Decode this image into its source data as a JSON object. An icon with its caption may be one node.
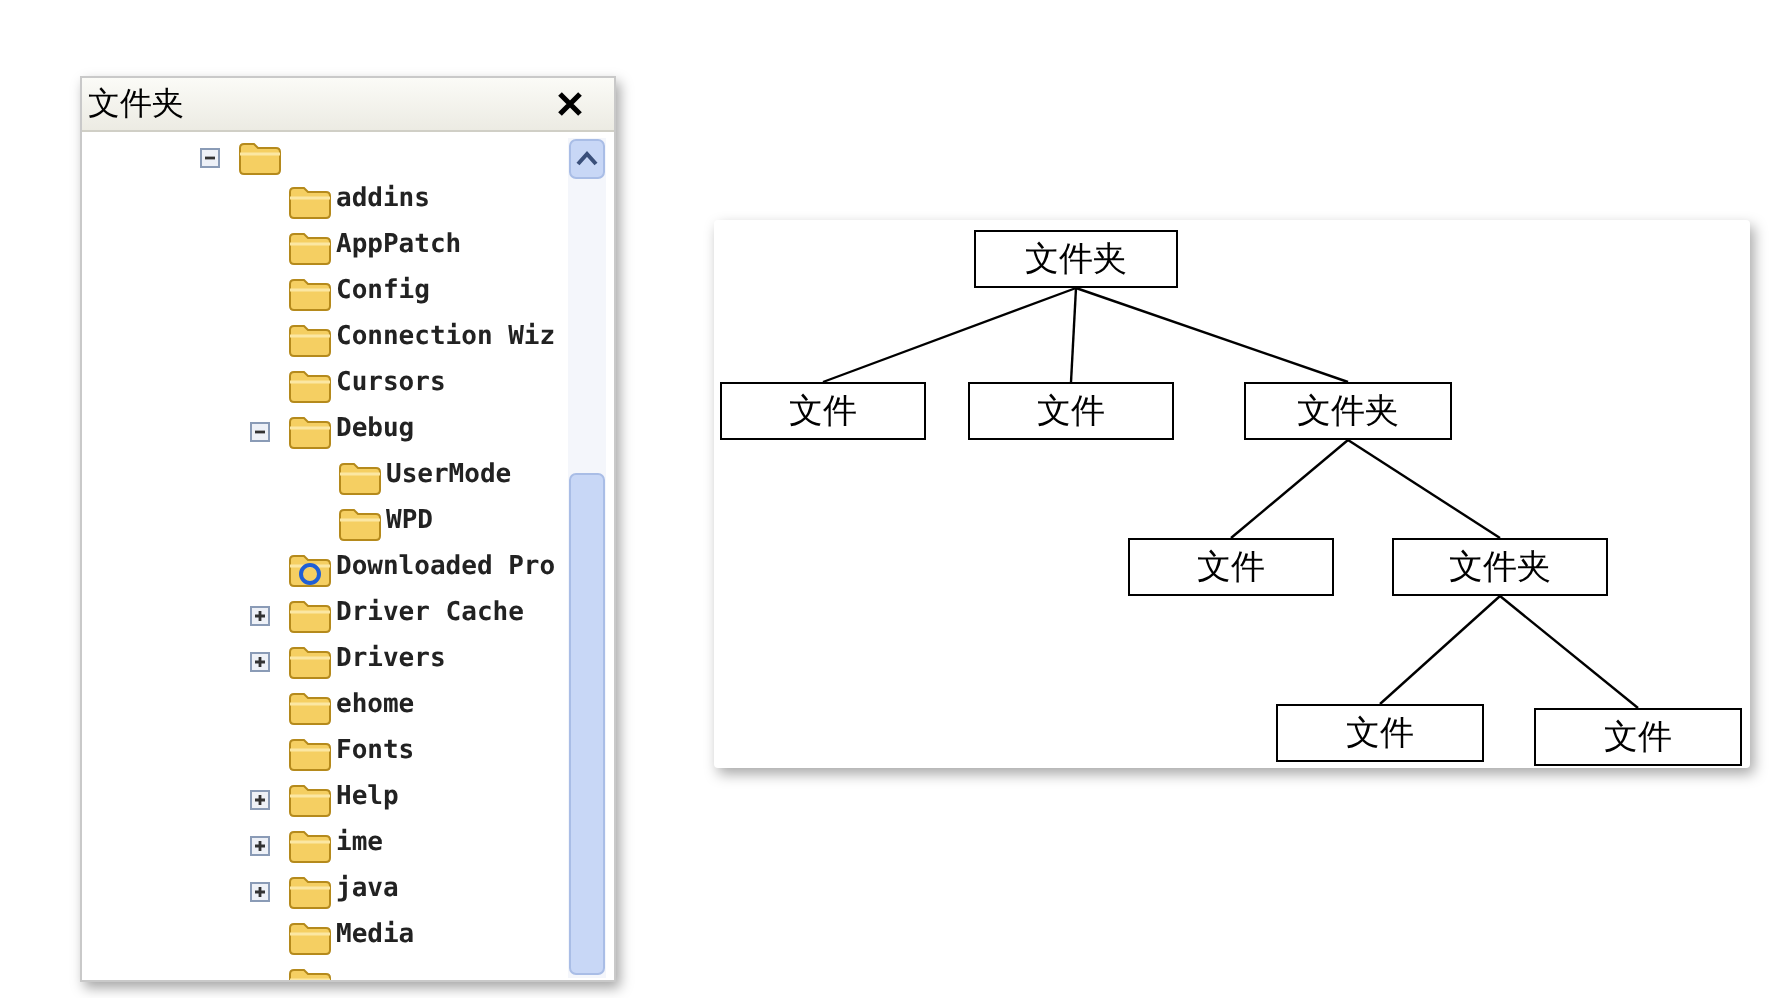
{
  "diagram": {
    "nodes": [
      {
        "text": [
          "文件夹"
        ]
      },
      {
        "text": [
          "文件夹"
        ]
      },
      {
        "text": [
          "文件"
        ]
      },
      {
        "text": [
          "文件"
        ]
      },
      {
        "text": [
          "文件夹"
        ]
      },
      {
        "text": [
          "文件"
        ]
      },
      {
        "text": [
          "文件夹"
        ]
      },
      {
        "text": [
          "文件"
        ]
      },
      {
        "text": [
          "文件"
        ]
      }
    ],
    "edges": [
      {
        "from": 1,
        "to": 2,
        "arrow": "none"
      },
      {
        "from": 1,
        "to": 3,
        "arrow": "none"
      },
      {
        "from": 1,
        "to": 4,
        "arrow": "none"
      },
      {
        "from": 4,
        "to": 5,
        "arrow": "none"
      },
      {
        "from": 4,
        "to": 6,
        "arrow": "none"
      },
      {
        "from": 6,
        "to": 7,
        "arrow": "none"
      },
      {
        "from": 6,
        "to": 8,
        "arrow": "none"
      }
    ],
    "labels": [
      "addins",
      "AppPatch",
      "Config",
      "Connection Wiz",
      "Cursors",
      "Debug",
      "UserMode",
      "WPD",
      "Downloaded Pro",
      "Driver Cache",
      "Drivers",
      "ehome",
      "Fonts",
      "Help",
      "ime",
      "java",
      "Media"
    ]
  }
}
